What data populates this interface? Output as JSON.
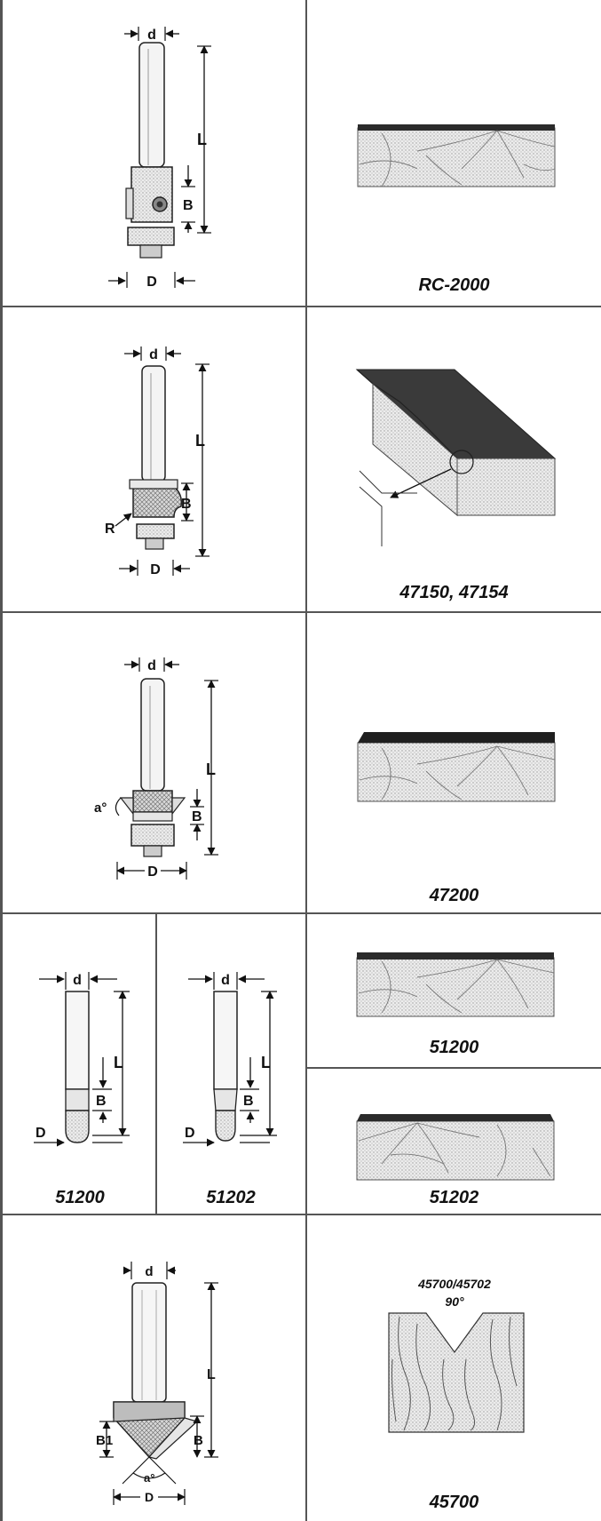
{
  "rows": [
    {
      "caption": "RC-2000",
      "bit": {
        "shank": "d",
        "length": "L",
        "bearing_height": "B",
        "diameter": "D"
      }
    },
    {
      "caption": "47150, 47154",
      "bit": {
        "shank": "d",
        "length": "L",
        "bearing_height": "B",
        "diameter": "D",
        "radius": "R"
      }
    },
    {
      "caption": "47200",
      "bit": {
        "shank": "d",
        "length": "L",
        "bearing_height": "B",
        "diameter": "D",
        "angle": "a°"
      }
    },
    {
      "left_caption": "51200",
      "mid_caption": "51202",
      "right_top_caption": "51200",
      "right_bottom_caption": "51202",
      "bit_a": {
        "shank": "d",
        "length": "L",
        "height": "B",
        "diameter": "D"
      },
      "bit_b": {
        "shank": "d",
        "length": "L",
        "height": "B",
        "diameter": "D"
      }
    },
    {
      "caption": "45700",
      "bit": {
        "shank": "d",
        "length": "L",
        "height": "B",
        "height1": "B1",
        "diameter": "D",
        "angle": "a°"
      },
      "profile_label": "45700/45702",
      "profile_angle": "90°"
    }
  ],
  "colors": {
    "grid": "#555555",
    "laminate": "#2b2b2b",
    "wood": "#e4e4e4",
    "hatch": "#777777"
  }
}
